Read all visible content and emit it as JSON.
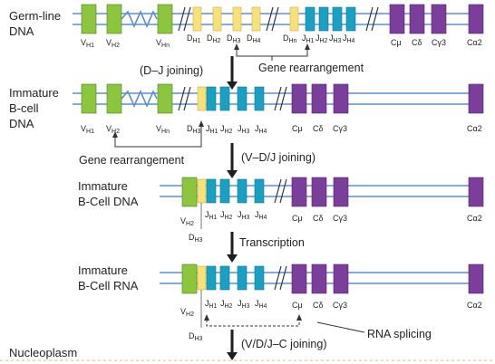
{
  "colors": {
    "strand": "#5b8fcf",
    "v_segment": "#8cc63f",
    "d_segment": "#f7e27a",
    "j_segment": "#1aa0c3",
    "c_segment": "#7b3f9b",
    "arrow": "#1e1e1e",
    "separator": "#f2b27f"
  },
  "rows": {
    "germline": {
      "label": [
        "Germ-line",
        "DNA"
      ]
    },
    "immature_dna_1": {
      "label": [
        "Immature",
        "B-cell",
        "DNA"
      ]
    },
    "immature_dna_2": {
      "label": [
        "Immature",
        "B-Cell DNA"
      ]
    },
    "immature_rna": {
      "label": [
        "Immature",
        "B-Cell RNA"
      ]
    }
  },
  "steps": {
    "dj_joining": "(D–J  joining)",
    "vdj_joining": "(V–D/J  joining)",
    "transcription": "Transcription",
    "vdjc_joining": "(V/D/J–C joining)"
  },
  "annotations": {
    "gene_rearrangement_1": "Gene rearrangement",
    "gene_rearrangement_2": "Gene rearrangement",
    "rna_splicing": "RNA splicing"
  },
  "compartment": "Nucleoplasm",
  "segments": {
    "V": {
      "base": "V",
      "subs": [
        "H1",
        "H2",
        "Hn"
      ]
    },
    "D": {
      "base": "D",
      "subs": [
        "H1",
        "H2",
        "H3",
        "H4",
        "Hn"
      ]
    },
    "J": {
      "base": "J",
      "subs": [
        "H1",
        "H2",
        "H3",
        "H4"
      ]
    },
    "C": {
      "labels": [
        "Cμ",
        "Cδ",
        "Cγ3",
        "Cα2"
      ]
    },
    "DH3": {
      "base": "D",
      "sub": "H3"
    },
    "VH2": {
      "base": "V",
      "sub": "H2"
    }
  }
}
